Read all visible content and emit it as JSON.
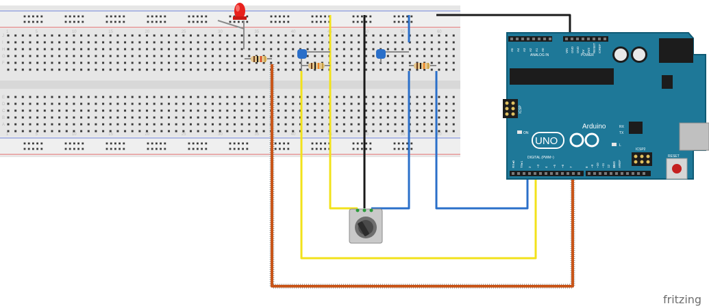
{
  "board": {
    "brand": "Arduino",
    "model": "UNO",
    "label_analog_in": "ANALOG IN",
    "label_power": "POWER",
    "label_digital": "DIGITAL (PWM~)",
    "label_icsp": "ICSP",
    "label_icsp2": "ICSP2",
    "label_reset": "RESET",
    "label_on": "ON",
    "label_l": "L",
    "label_tx": "TX",
    "label_rx": "RX",
    "label_aref": "AREF",
    "label_gnd": "GND",
    "analog_pins": [
      "A5",
      "A4",
      "A3",
      "A2",
      "A1",
      "A0"
    ],
    "power_pins": [
      "VIN",
      "GND",
      "GND",
      "5V",
      "3V3",
      "RESET",
      "IOREF"
    ],
    "digital_pins": [
      "13",
      "12",
      "~11",
      "~10",
      "~9",
      "8",
      "7",
      "~6",
      "~5",
      "4",
      "~3",
      "2",
      "TX▸1",
      "RX◂0"
    ]
  },
  "breadboard": {
    "column_numbers": [
      "1",
      "5",
      "10",
      "15",
      "20",
      "25",
      "30",
      "35",
      "40",
      "45",
      "50",
      "55",
      "60"
    ],
    "row_letters_top": [
      "J",
      "I",
      "H",
      "G",
      "F"
    ],
    "row_letters_bottom": [
      "E",
      "D",
      "C",
      "B",
      "A"
    ]
  },
  "components": {
    "led_color": "#e8211d",
    "potentiometer": "potentiometer"
  },
  "wires": {
    "black": "#1a1a1a",
    "yellow": "#f2e21a",
    "blue": "#2a6fc9",
    "orange": "#c8561a"
  },
  "watermark": "fritzing"
}
